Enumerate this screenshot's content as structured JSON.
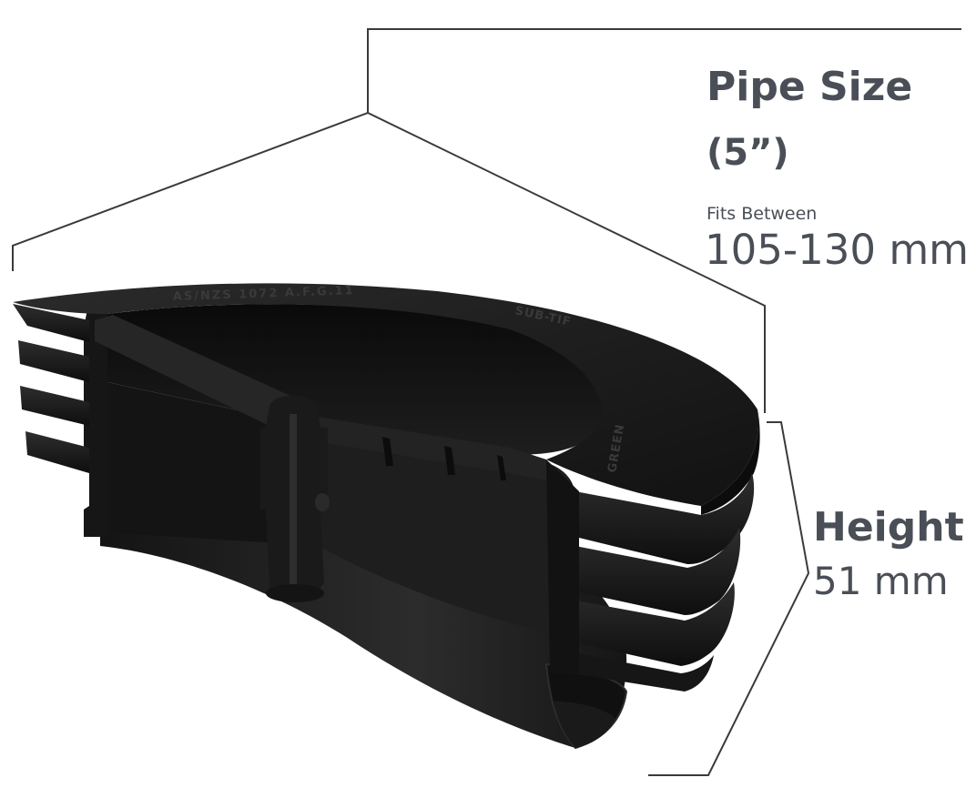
{
  "pipe_size": {
    "title": "Pipe Size",
    "value": "(5”)",
    "fits_caption": "Fits Between",
    "fits_range": "105-130 mm"
  },
  "height": {
    "title": "Height",
    "value": "51 mm"
  },
  "product": {
    "embossed_text": "AS/NZS 1072 A.F.G.11",
    "embossed_mark": "SUB-TIF",
    "embossed_brand": "GREEN"
  },
  "colors": {
    "label_text": "#4a4f57",
    "leader_line": "#3a3a3a",
    "product_body": "#1c1c1c"
  }
}
